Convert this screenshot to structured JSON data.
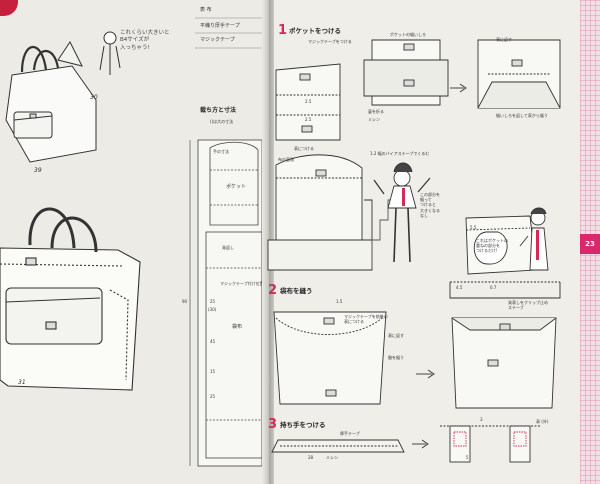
{
  "page": {
    "number": "23"
  },
  "left_page": {
    "callout": "これくらい大きいと\nB4サイズが\n入っちゃう!",
    "figure_numbers": [
      "30",
      "39",
      "31"
    ]
  },
  "materials": {
    "rows": [
      "表 布",
      "平織り厚手テープ",
      "マジックテープ"
    ]
  },
  "cutting": {
    "title": "裁ち方と寸法",
    "subtitle": "()は大の寸法",
    "labels": {
      "tenohou": "手の寸法",
      "pocket": "ポケット",
      "hatsuhoshi": "発返し",
      "magic_pos": "マジックテープ付け位置",
      "bag": "袋布",
      "dim_90": "90",
      "dim_25": "25",
      "dim_30": "(30)",
      "dim_45": "45",
      "dim_15": "15",
      "dim_25b": "25"
    }
  },
  "step1": {
    "num": "1",
    "title": "ポケットをつける",
    "notes": {
      "magic": "マジックテープをつける",
      "pocket_size": "ポケットの縫いしろ",
      "fold": "裏を折る",
      "stitch": "表につける",
      "machine": "ミシン",
      "tape_note": "1.2 幅のバイアステープでくるむ",
      "cloth": "布の裏側",
      "back_note": "表に返す",
      "sew_note": "縫いしろを返して表から縫う",
      "dim_25": "2.5",
      "dim_12": "1.5",
      "dim_55": "5.5",
      "dim_3": "3"
    },
    "speech": "これはポケットの\n重ねの部分を\nつけるだけ!",
    "girl_note": "この部分を\n縫って\nつけると\n大きくなる\nなし"
  },
  "step2": {
    "num": "2",
    "title": "袋布を縫う",
    "notes": {
      "magic": "マジックテープを前後の\n表につける",
      "outside": "表に返す",
      "sides": "脇を縫う",
      "dim_15": "1.5",
      "dim_15b": "1.5",
      "dim_45": "4.5",
      "dim_4": "0.7",
      "fold_note": "発表しをクリップ止め\nステーブ"
    }
  },
  "step3": {
    "num": "3",
    "title": "持ち手をつける",
    "notes": {
      "tape": "厚手テープ",
      "machine": "ミシン",
      "dim_28": "28",
      "dim_5": "5",
      "dim_3": "3",
      "front": "表 (外)",
      "back": "表 (内)"
    }
  }
}
